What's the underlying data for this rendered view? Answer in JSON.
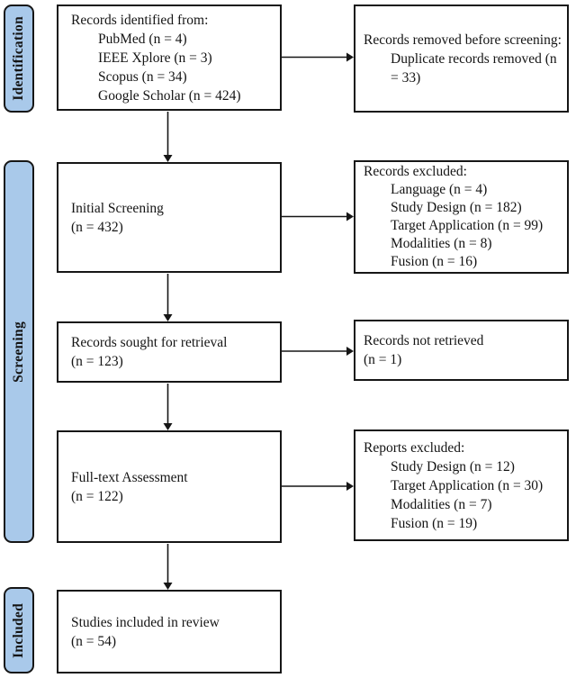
{
  "diagram": {
    "kind": "PRISMA systematic review flow diagram",
    "colors": {
      "stage_fill": "#A9C9EA",
      "border": "#161616",
      "background": "#FFFFFF"
    },
    "sidebar": {
      "stages": [
        {
          "label": "Identification"
        },
        {
          "label": "Screening"
        },
        {
          "label": "Included"
        }
      ]
    },
    "boxes": {
      "identified": {
        "title": "Records identified from:",
        "items": [
          "PubMed (n = 4)",
          "IEEE Xplore (n = 3)",
          "Scopus (n = 34)",
          "Google Scholar (n = 424)"
        ]
      },
      "removed": {
        "title": "Records removed before screening:",
        "items": [
          "Duplicate records removed (n = 33)"
        ]
      },
      "initial_screening": {
        "line1": "Initial Screening",
        "line2": "(n = 432)"
      },
      "records_excluded": {
        "title": "Records excluded:",
        "items": [
          "Language (n = 4)",
          "Study Design (n = 182)",
          "Target Application (n = 99)",
          "Modalities (n = 8)",
          "Fusion (n = 16)"
        ]
      },
      "sought": {
        "line1": "Records sought for retrieval",
        "line2": "(n = 123)"
      },
      "not_retrieved": {
        "line1": "Records not retrieved",
        "line2": "(n = 1)"
      },
      "fulltext": {
        "line1": "Full-text Assessment",
        "line2": "(n = 122)"
      },
      "reports_excluded": {
        "title": "Reports excluded:",
        "items": [
          "Study Design (n = 12)",
          "Target Application (n = 30)",
          "Modalities (n = 7)",
          "Fusion (n = 19)"
        ]
      },
      "included": {
        "line1": "Studies included in review",
        "line2": "(n = 54)"
      }
    }
  }
}
